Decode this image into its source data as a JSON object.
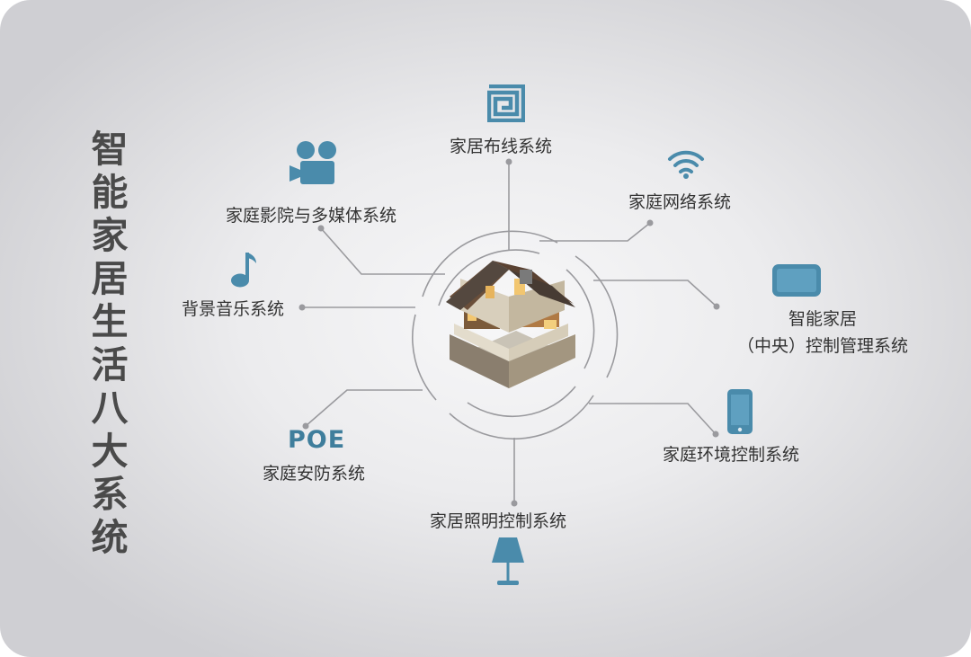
{
  "title": "智能家居生活八大系统",
  "title_chars": [
    "智",
    "能",
    "家",
    "居",
    "生",
    "活",
    "八",
    "大",
    "系",
    "统"
  ],
  "accent_color": "#4a8bab",
  "center_image": "house-cutaway-3d",
  "systems": [
    {
      "id": "wiring",
      "label": "家居布线系统",
      "icon": "square-spiral-icon"
    },
    {
      "id": "network",
      "label": "家庭网络系统",
      "icon": "wifi-icon"
    },
    {
      "id": "central",
      "label_line1": "智能家居",
      "label_line2": "（中央）控制管理系统",
      "icon": "tablet-icon"
    },
    {
      "id": "environment",
      "label": "家庭环境控制系统",
      "icon": "smartphone-icon"
    },
    {
      "id": "lighting",
      "label": "家居照明控制系统",
      "icon": "lamp-icon"
    },
    {
      "id": "security",
      "label": "家庭安防系统",
      "icon_text": "POE"
    },
    {
      "id": "music",
      "label": "背景音乐系统",
      "icon": "music-note-icon"
    },
    {
      "id": "theater",
      "label": "家庭影院与多媒体系统",
      "icon": "movie-camera-icon"
    }
  ]
}
